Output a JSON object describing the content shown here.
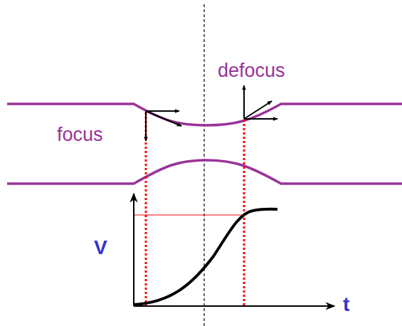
{
  "diagram": {
    "labels": [
      "defocus",
      "focus",
      "V",
      "t"
    ]
  }
}
